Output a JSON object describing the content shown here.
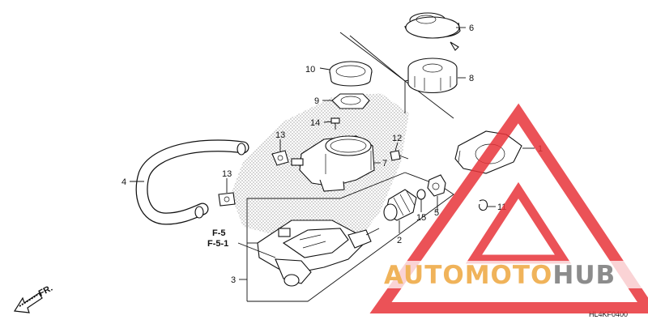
{
  "diagram": {
    "callouts": [
      "1",
      "2",
      "3",
      "4",
      "5",
      "6",
      "7",
      "8",
      "9",
      "10",
      "11",
      "12",
      "13",
      "13",
      "14",
      "15"
    ],
    "frame_refs": [
      "F-5",
      "F-5-1"
    ],
    "direction_label": "FR.",
    "diagram_code": "HL4KF0400"
  },
  "watermark": {
    "brand_part1": "AUTOMOTO",
    "brand_part2": "HUB",
    "colors": {
      "triangle": "#e8343a",
      "brand_part1": "#f0b35a",
      "brand_part2": "#8c8c8c"
    }
  }
}
